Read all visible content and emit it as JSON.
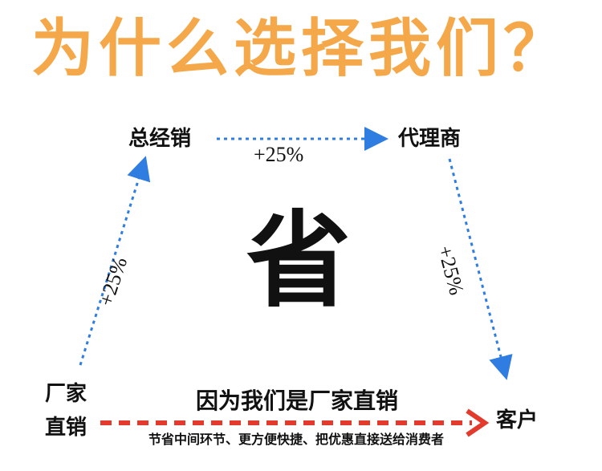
{
  "title": "为什么选择我们？",
  "nodes": {
    "general_distributor": "总经销",
    "agent": "代理商",
    "factory_line1": "厂家",
    "factory_line2": "直销",
    "customer": "客户"
  },
  "markups": {
    "left": "+25%",
    "top": "+25%",
    "right": "+25%"
  },
  "center_char": "省",
  "reason": "因为我们是厂家直销",
  "detail": "节省中间环节、更方便快捷、把优惠直接送给消费者",
  "colors": {
    "title": "#f5a84a",
    "blue_arrow": "#2f7de1",
    "red_arrow": "#e23b2e"
  }
}
